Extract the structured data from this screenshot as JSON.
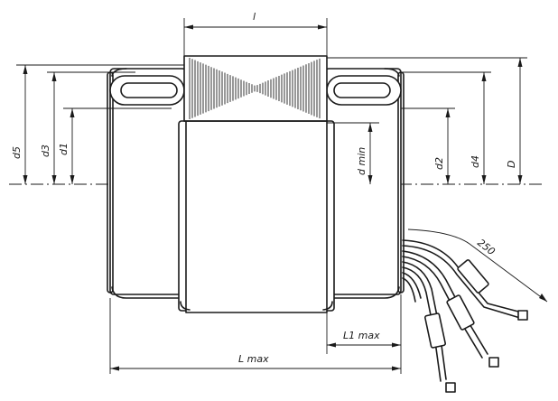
{
  "labels": {
    "l": "l",
    "d5": "d5",
    "d3": "d3",
    "d1": "d1",
    "d_min": "d min",
    "d2": "d2",
    "d4": "d4",
    "D": "D",
    "lead_length": "250",
    "L1_max": "L1 max",
    "L_max": "L max"
  }
}
